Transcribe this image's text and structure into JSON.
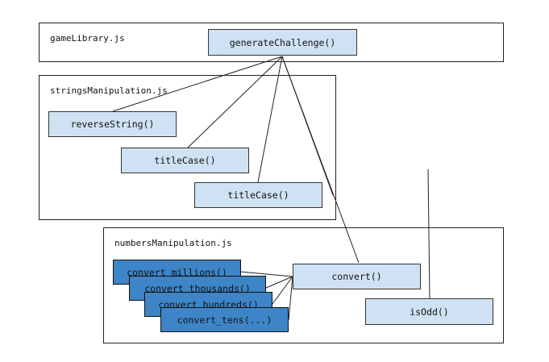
{
  "containers": {
    "game_library": "gameLibrary.js",
    "strings_manipulation": "stringsManipulation.js",
    "numbers_manipulation": "numbersManipulation.js"
  },
  "nodes": {
    "generate_challenge": "generateChallenge()",
    "reverse_string": "reverseString()",
    "title_case_1": "titleCase()",
    "title_case_2": "titleCase()",
    "convert_millions": "convert_millions()",
    "convert_thousands": "convert_thousands()",
    "convert_hundreds": "convert_hundreds()",
    "convert_tens": "convert_tens(...)",
    "convert": "convert()",
    "is_odd": "isOdd()"
  },
  "colors": {
    "module_fill": "#cfe2f3",
    "helper_fill": "#3d85c6",
    "line": "#222222"
  }
}
